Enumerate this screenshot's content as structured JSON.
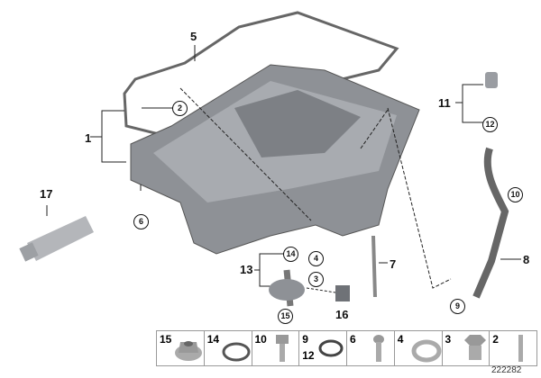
{
  "diagram": {
    "callouts": {
      "c1": "1",
      "c2": "2",
      "c3": "3",
      "c4": "4",
      "c5": "5",
      "c6": "6",
      "c7": "7",
      "c8": "8",
      "c9": "9",
      "c10": "10",
      "c11": "11",
      "c12": "12",
      "c13": "13",
      "c14": "14",
      "c15": "15",
      "c16": "16",
      "c17": "17"
    },
    "legend": [
      {
        "labels": [
          "15"
        ],
        "icon": "flange-nut-icon"
      },
      {
        "labels": [
          "14"
        ],
        "icon": "o-ring-icon"
      },
      {
        "labels": [
          "10"
        ],
        "icon": "hex-bolt-icon"
      },
      {
        "labels": [
          "9",
          "12"
        ],
        "icon": "o-ring-icon"
      },
      {
        "labels": [
          "6"
        ],
        "icon": "flange-bolt-icon"
      },
      {
        "labels": [
          "4"
        ],
        "icon": "sealing-washer-icon"
      },
      {
        "labels": [
          "3"
        ],
        "icon": "drain-plug-icon"
      },
      {
        "labels": [
          "2"
        ],
        "icon": "stud-icon"
      }
    ],
    "reference_number": "222282"
  }
}
